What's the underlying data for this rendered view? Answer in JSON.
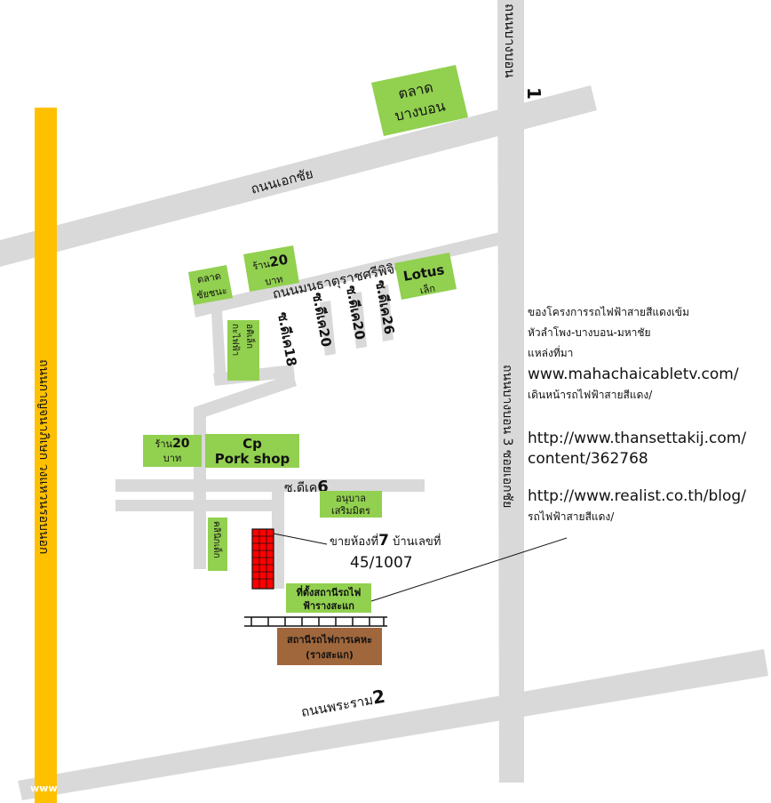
{
  "colors": {
    "road": "#d9d9d9",
    "highway": "#ffc000",
    "landmark_green": "#92d050",
    "station_brown": "#a0673c",
    "sale_red": "#ff0000"
  },
  "roads": {
    "ekkachai": "ถนนเอกชัย",
    "bangbon1_num": "1",
    "bangbon1": "ถนนบางบอน",
    "mahaisawan": "ถนนมนธาตุราชศรีพิจิตร",
    "kanchanaphisek": "ถนนกาญจนาภิเษก วงแหวนรอบนอก",
    "bangbon3": "ถนนบางบอน 3 ซอยเอกชัย",
    "rama2": "ถนนพระราม",
    "rama2_num": "2",
    "soi18": "ซ.ดีเค18",
    "soi20a": "ซ.ดีเค20",
    "soi20b": "ซ.ดีเค20",
    "soi26": "ซ.ดีเค26",
    "soi6_prefix": "ซ.ดีเค",
    "soi6_num": "6"
  },
  "landmarks": {
    "bangbon_market_1": "ตลาด",
    "bangbon_market_2": "บางบอน",
    "chaichana_market_1": "ตลาด",
    "chaichana_market_2": "ชัยชนะ",
    "shop20_top_1": "ร้าน",
    "shop20_top_num": "20",
    "shop20_top_2": "บาท",
    "lotus_1": "Lotus",
    "lotus_2": "เล็ก",
    "shop20_left_1": "ร้าน",
    "shop20_left_num": "20",
    "shop20_left_2": "บาท",
    "cp_1": "Cp",
    "cp_2": "Pork shop",
    "kindergarten_1": "อนุบาล",
    "kindergarten_2": "เสริมมิตร",
    "school_a": "กะไฟฟ้า",
    "school_b": "อดิเล็ก",
    "clinic": "คลินิกเด็ก",
    "station_site_1": "ที่ตั้งสถานีรถไฟ",
    "station_site_2": "ฟ้ารางสะแก",
    "srt_station_1": "สถานีรถไฟการเคหะ",
    "srt_station_2": "(รางสะแก)"
  },
  "sale": {
    "line1_prefix": "ขายห้องที่",
    "line1_num": "7",
    "line1_suffix": " บ้านเลขที่",
    "line2": "45/1007"
  },
  "info": {
    "line1": "ของโครงการรถไฟฟ้าสายสีแดงเข้ม",
    "line2": "หัวลำโพง-บางบอน-มหาชัย",
    "line3": "แหล่งที่มา",
    "url1": "www.mahachaicabletv.com/",
    "url1_tail": "เดินหน้ารถไฟฟ้าสายสีแดง/",
    "url2a": "http://www.thansettakij.com/",
    "url2b": "content/362768",
    "url3": "http://www.realist.co.th/blog/",
    "url3_tail": "รถไฟฟ้าสายสีแดง/"
  },
  "watermark": "www"
}
